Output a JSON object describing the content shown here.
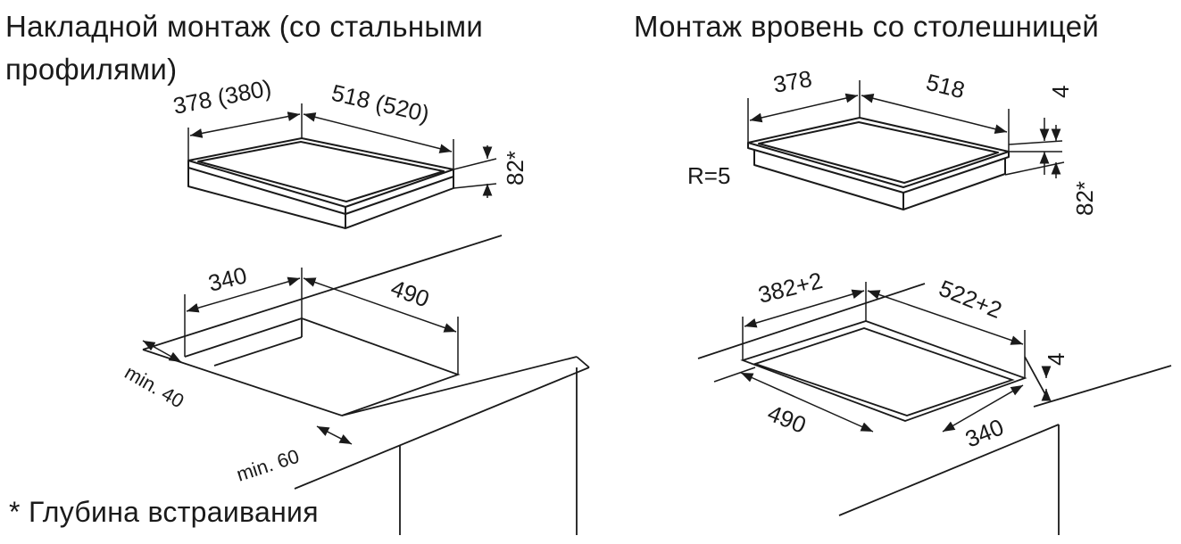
{
  "titles": {
    "surface_line1": "Накладной монтаж (со стальными",
    "surface_line2": "профилями)",
    "flush": "Монтаж вровень со столешницей",
    "footnote": "* Глубина встраивания"
  },
  "surface_mount": {
    "hob_width": "378 (380)",
    "hob_length": "518 (520)",
    "hob_depth": "82*",
    "cutout_width": "340",
    "cutout_length": "490",
    "min_back": "min. 40",
    "min_front": "min. 60"
  },
  "flush_mount": {
    "hob_width": "378",
    "hob_length": "518",
    "step": "4",
    "hob_depth": "82*",
    "radius": "R=5",
    "recess_width": "382+2",
    "recess_length": "522+2",
    "recess_step": "4",
    "cutout_length": "490",
    "cutout_width": "340"
  }
}
